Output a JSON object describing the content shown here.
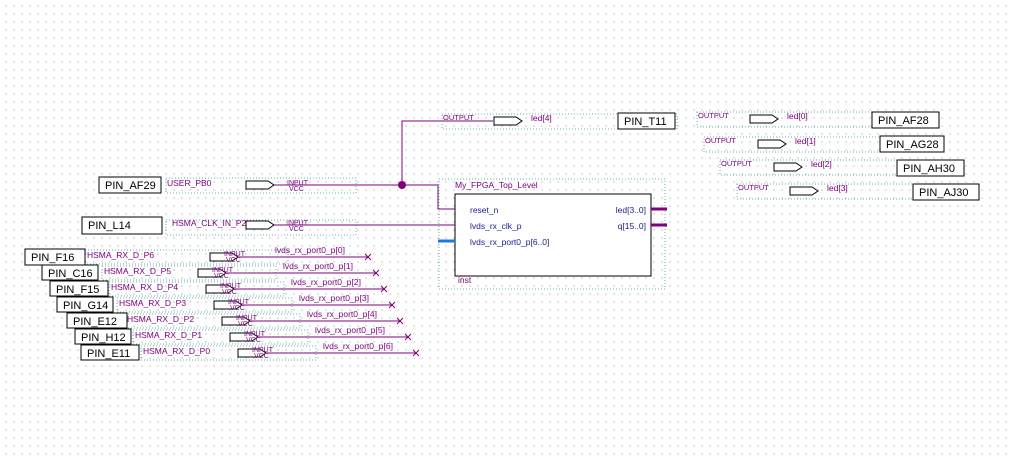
{
  "inputs": [
    {
      "pin": "PIN_AF29",
      "signal": "USER_PB0",
      "io": "INPUT",
      "vcc": "VCC"
    },
    {
      "pin": "PIN_L14",
      "signal": "HSMA_CLK_IN_P2",
      "io": "INPUT",
      "vcc": "VCC"
    }
  ],
  "data_inputs": [
    {
      "pin": "PIN_F16",
      "signal": "HSMA_RX_D_P6",
      "io": "INPUT",
      "vcc": "VCC",
      "port": "lvds_rx_port0_p[0]"
    },
    {
      "pin": "PIN_C16",
      "signal": "HSMA_RX_D_P5",
      "io": "INPUT",
      "vcc": "VCC",
      "port": "lvds_rx_port0_p[1]"
    },
    {
      "pin": "PIN_F15",
      "signal": "HSMA_RX_D_P4",
      "io": "INPUT",
      "vcc": "VCC",
      "port": "lvds_rx_port0_p[2]"
    },
    {
      "pin": "PIN_G14",
      "signal": "HSMA_RX_D_P3",
      "io": "INPUT",
      "vcc": "VCC",
      "port": "lvds_rx_port0_p[3]"
    },
    {
      "pin": "PIN_E12",
      "signal": "HSMA_RX_D_P2",
      "io": "INPUT",
      "vcc": "VCC",
      "port": "lvds_rx_port0_p[4]"
    },
    {
      "pin": "PIN_H12",
      "signal": "HSMA_RX_D_P1",
      "io": "INPUT",
      "vcc": "VCC",
      "port": "lvds_rx_port0_p[5]"
    },
    {
      "pin": "PIN_E11",
      "signal": "HSMA_RX_D_P0",
      "io": "INPUT",
      "vcc": "VCC",
      "port": "lvds_rx_port0_p[6]"
    }
  ],
  "outputs": [
    {
      "io": "OUTPUT",
      "signal": "led[4]",
      "pin": "PIN_T11"
    },
    {
      "io": "OUTPUT",
      "signal": "led[0]",
      "pin": "PIN_AF28"
    },
    {
      "io": "OUTPUT",
      "signal": "led[1]",
      "pin": "PIN_AG28"
    },
    {
      "io": "OUTPUT",
      "signal": "led[2]",
      "pin": "PIN_AH30"
    },
    {
      "io": "OUTPUT",
      "signal": "led[3]",
      "pin": "PIN_AJ30"
    }
  ],
  "block": {
    "name": "My_FPGA_Top_Level",
    "instance": "inst",
    "ports_in": [
      "reset_n",
      "lvds_rx_clk_p",
      "lvds_rx_port0_p[6..0]"
    ],
    "ports_out": [
      "led[3..0]",
      "q[15..0]"
    ]
  },
  "colors": {
    "wire": "#800080",
    "clock_bus": "#1e78d8",
    "block_border": "#000000",
    "dashed_outline": "#66b2b2"
  }
}
